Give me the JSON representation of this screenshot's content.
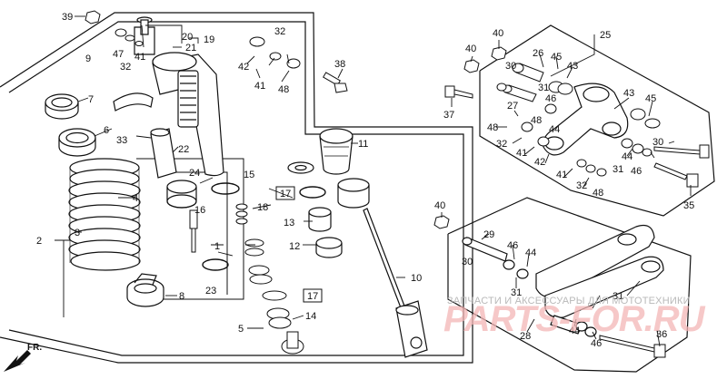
{
  "watermark": {
    "caption": "ЗАПЧАСТИ И АКСЕССУАРЫ ДЛЯ МОТОТЕХНИКИ",
    "brand": "PARTS-FOR.RU"
  },
  "direction_label": "FR.",
  "callouts": {
    "n1": "1",
    "n2": "2",
    "n3": "3",
    "n4": "4",
    "n5": "5",
    "n6": "6",
    "n7": "7",
    "n8": "8",
    "n9": "9",
    "n10": "10",
    "n11": "11",
    "n12": "12",
    "n13": "13",
    "n14": "14",
    "n15": "15",
    "n16": "16",
    "n17": "17",
    "n18": "18",
    "n19": "19",
    "n20": "20",
    "n21": "21",
    "n22": "22",
    "n23": "23",
    "n24": "24",
    "n25": "25",
    "n26": "26",
    "n27": "27",
    "n28": "28",
    "n29": "29",
    "n30": "30",
    "n31": "31",
    "n32": "32",
    "n33": "33",
    "n35": "35",
    "n36": "36",
    "n37": "37",
    "n38": "38",
    "n39": "39",
    "n40": "40",
    "n41": "41",
    "n42": "42",
    "n43": "43",
    "n44": "44",
    "n45": "45",
    "n46": "46",
    "n47": "47",
    "n48": "48"
  },
  "colors": {
    "line": "#111111",
    "watermark_red": "#f4b6b6",
    "watermark_gray": "#b9b9b9"
  }
}
